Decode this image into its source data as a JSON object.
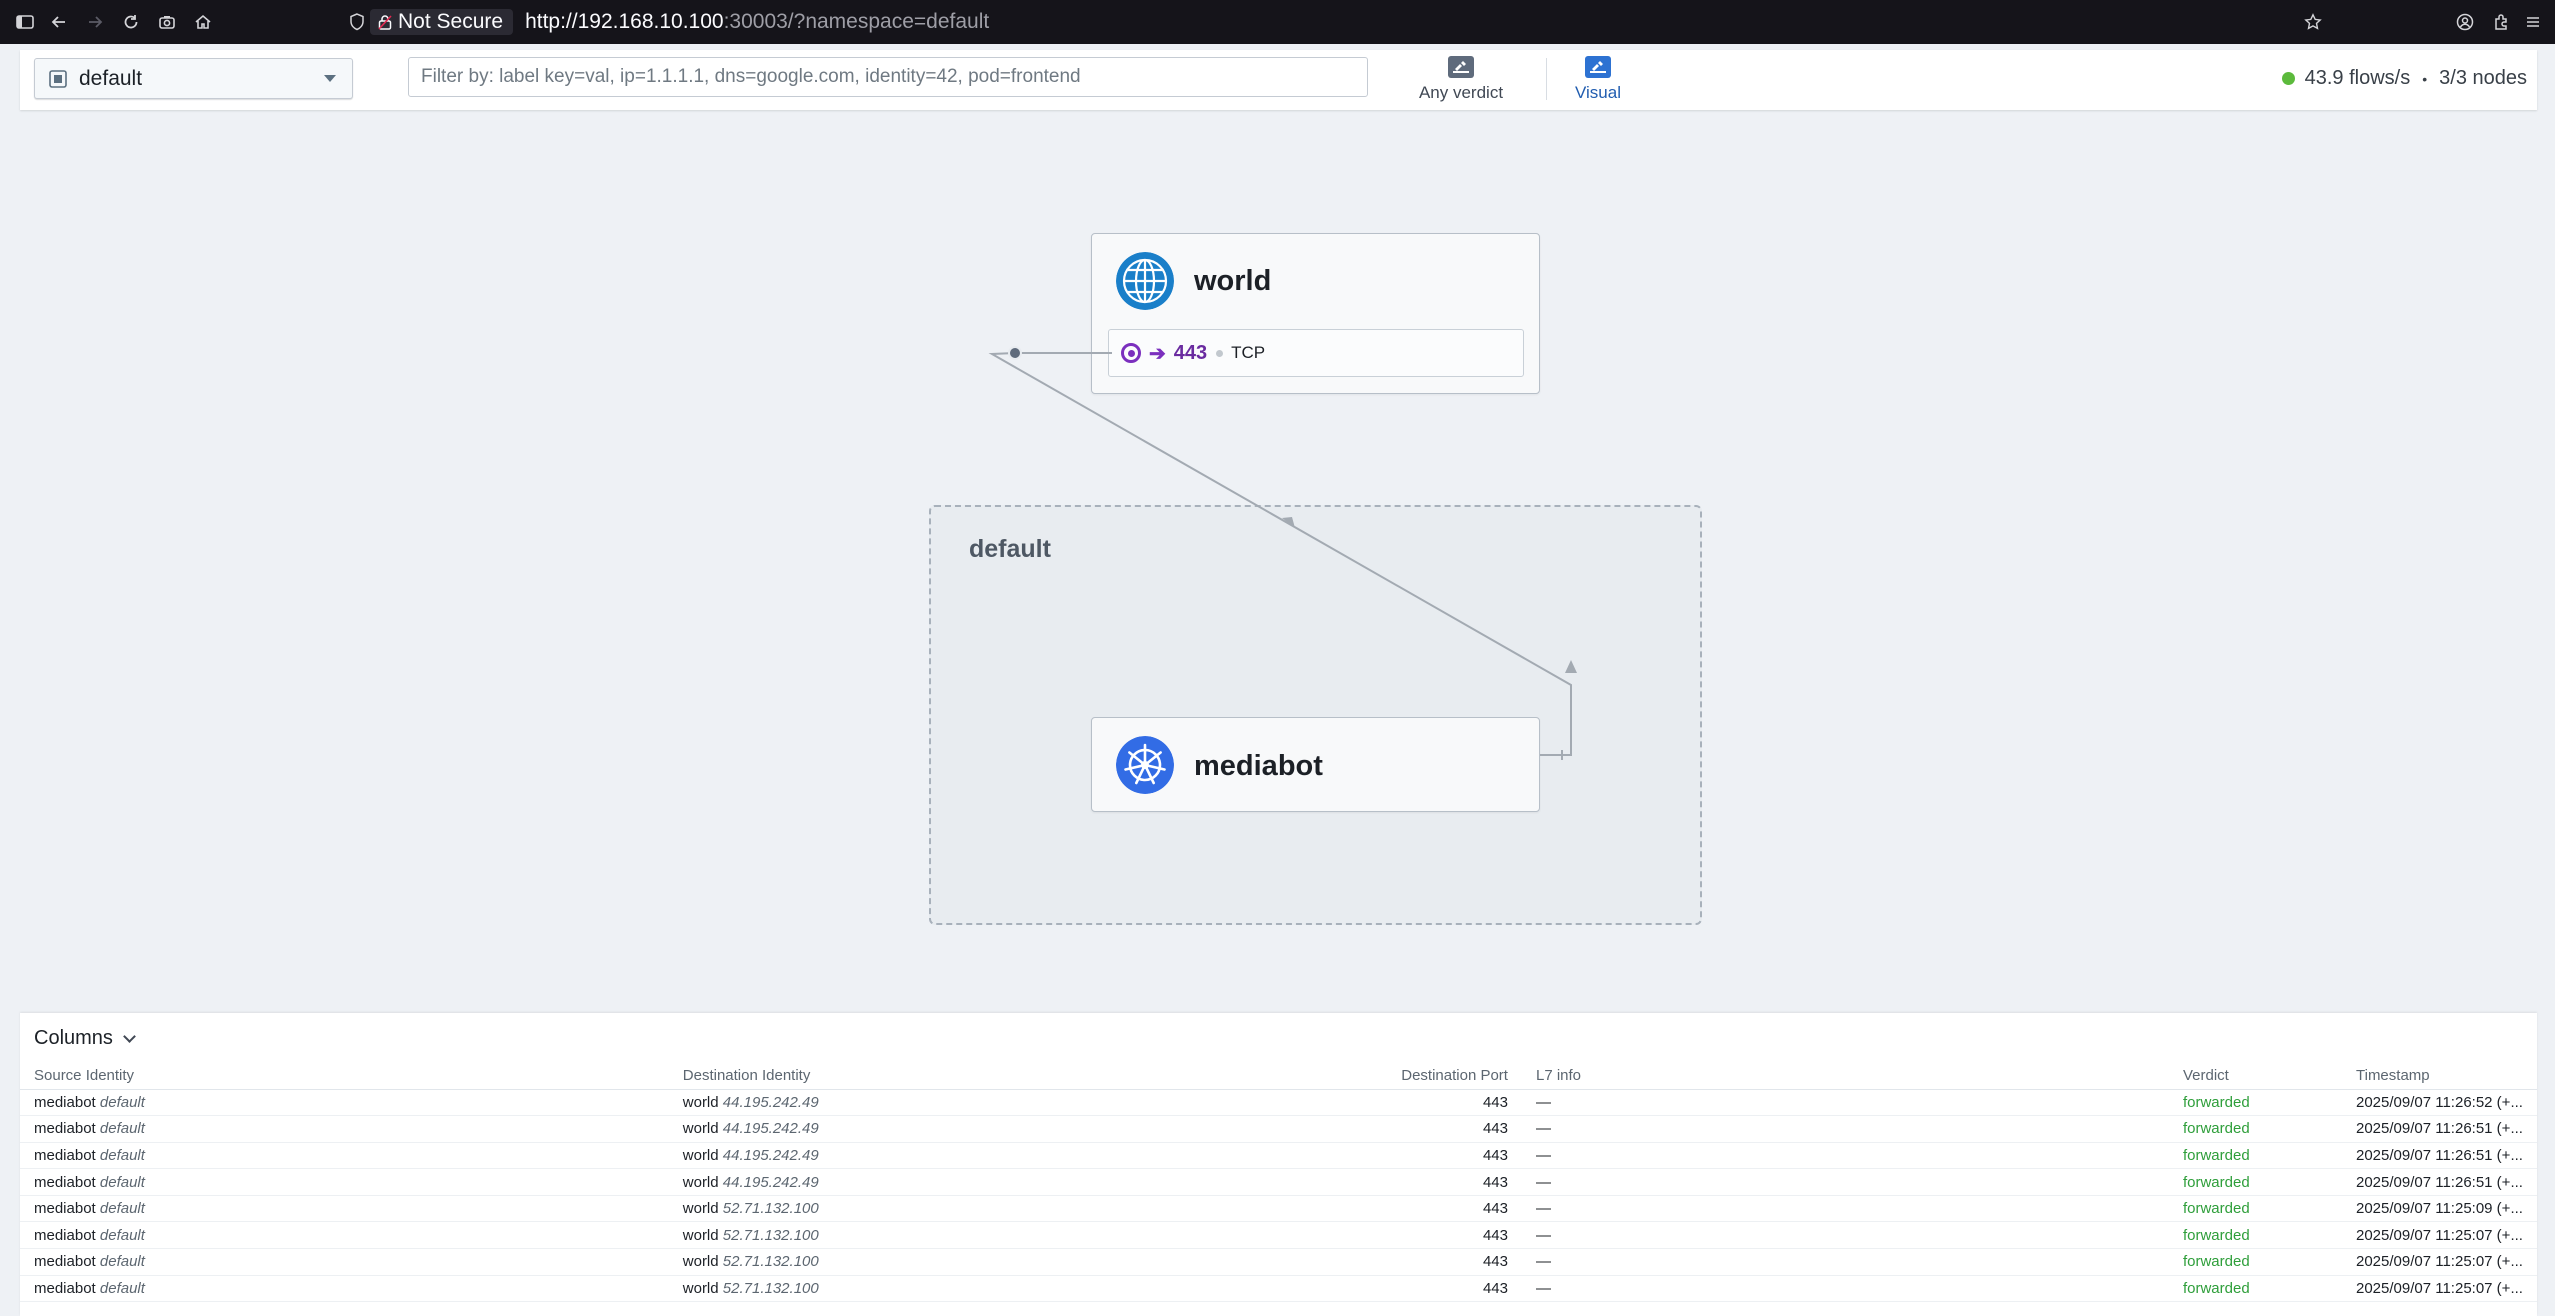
{
  "browser": {
    "not_secure": "Not Secure",
    "url_host": "http://192.168.10.100",
    "url_rest": ":30003/?namespace=default"
  },
  "header": {
    "namespace": "default",
    "filter_placeholder": "Filter by: label key=val, ip=1.1.1.1, dns=google.com, identity=42, pod=frontend",
    "verdict_label": "Any verdict",
    "visual_label": "Visual",
    "flows_rate": "43.9 flows/s",
    "nodes": "3/3 nodes",
    "status_color": "#5cba3c"
  },
  "map": {
    "namespace_box": "default",
    "world": {
      "name": "world",
      "port": "443",
      "protocol": "TCP",
      "icon": "globe-icon"
    },
    "mediabot": {
      "name": "mediabot",
      "icon": "kubernetes-icon"
    }
  },
  "flows": {
    "columns_label": "Columns",
    "headers": {
      "source": "Source Identity",
      "destination": "Destination Identity",
      "port": "Destination Port",
      "l7": "L7 info",
      "verdict": "Verdict",
      "timestamp": "Timestamp"
    },
    "rows": [
      {
        "src": "mediabot",
        "src_ns": "default",
        "dst": "world",
        "dst_ip": "44.195.242.49",
        "port": "443",
        "l7": "—",
        "verdict": "forwarded",
        "ts": "2025/09/07 11:26:52 (+..."
      },
      {
        "src": "mediabot",
        "src_ns": "default",
        "dst": "world",
        "dst_ip": "44.195.242.49",
        "port": "443",
        "l7": "—",
        "verdict": "forwarded",
        "ts": "2025/09/07 11:26:51 (+..."
      },
      {
        "src": "mediabot",
        "src_ns": "default",
        "dst": "world",
        "dst_ip": "44.195.242.49",
        "port": "443",
        "l7": "—",
        "verdict": "forwarded",
        "ts": "2025/09/07 11:26:51 (+..."
      },
      {
        "src": "mediabot",
        "src_ns": "default",
        "dst": "world",
        "dst_ip": "44.195.242.49",
        "port": "443",
        "l7": "—",
        "verdict": "forwarded",
        "ts": "2025/09/07 11:26:51 (+..."
      },
      {
        "src": "mediabot",
        "src_ns": "default",
        "dst": "world",
        "dst_ip": "52.71.132.100",
        "port": "443",
        "l7": "—",
        "verdict": "forwarded",
        "ts": "2025/09/07 11:25:09 (+..."
      },
      {
        "src": "mediabot",
        "src_ns": "default",
        "dst": "world",
        "dst_ip": "52.71.132.100",
        "port": "443",
        "l7": "—",
        "verdict": "forwarded",
        "ts": "2025/09/07 11:25:07 (+..."
      },
      {
        "src": "mediabot",
        "src_ns": "default",
        "dst": "world",
        "dst_ip": "52.71.132.100",
        "port": "443",
        "l7": "—",
        "verdict": "forwarded",
        "ts": "2025/09/07 11:25:07 (+..."
      },
      {
        "src": "mediabot",
        "src_ns": "default",
        "dst": "world",
        "dst_ip": "52.71.132.100",
        "port": "443",
        "l7": "—",
        "verdict": "forwarded",
        "ts": "2025/09/07 11:25:07 (+..."
      }
    ]
  }
}
